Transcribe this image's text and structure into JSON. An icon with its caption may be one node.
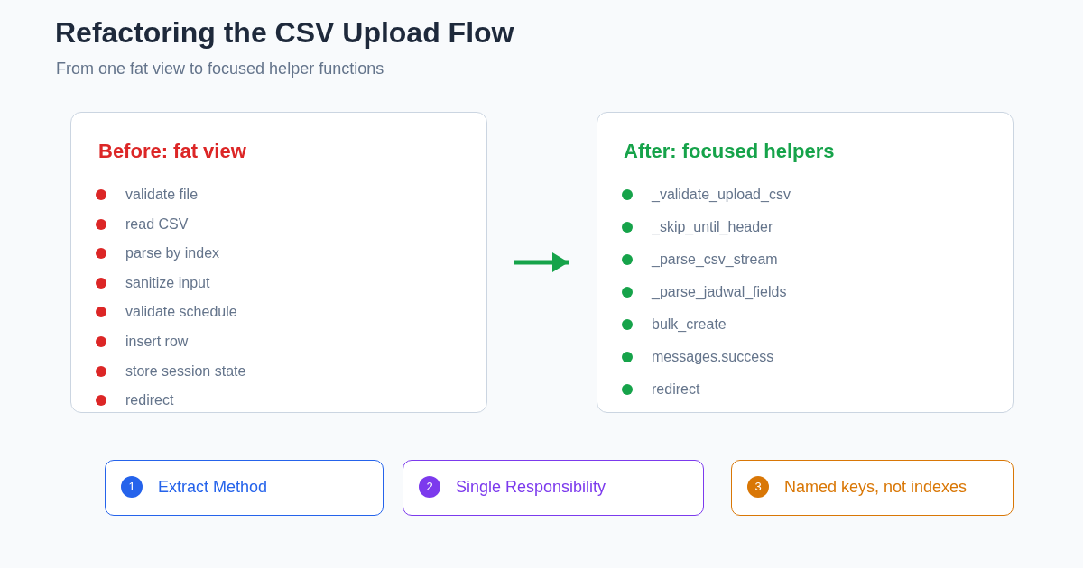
{
  "diagram": {
    "title": "Refactoring the CSV Upload Flow",
    "nodes": [
      {
        "text": [
          "Before: fat view",
          "validate file",
          "read CSV",
          "parse by index",
          "sanitize input",
          "validate schedule",
          "insert row",
          "store session state",
          "redirect"
        ]
      },
      {
        "text": [
          "After: focused helpers",
          "_validate_upload_csv",
          "_skip_until_header",
          "_parse_csv_stream",
          "_parse_jadwal_fields",
          "bulk_create",
          "messages.success",
          "redirect"
        ]
      },
      {
        "text": [
          "1",
          "Extract Method"
        ]
      },
      {
        "text": [
          "2",
          "Single Responsibility"
        ]
      },
      {
        "text": [
          "3",
          "Named keys, not indexes"
        ]
      }
    ],
    "edges": [
      {
        "from": 0,
        "to": 1,
        "arrow": "to"
      }
    ],
    "labels": [
      "From one fat view to focused helper functions"
    ]
  }
}
